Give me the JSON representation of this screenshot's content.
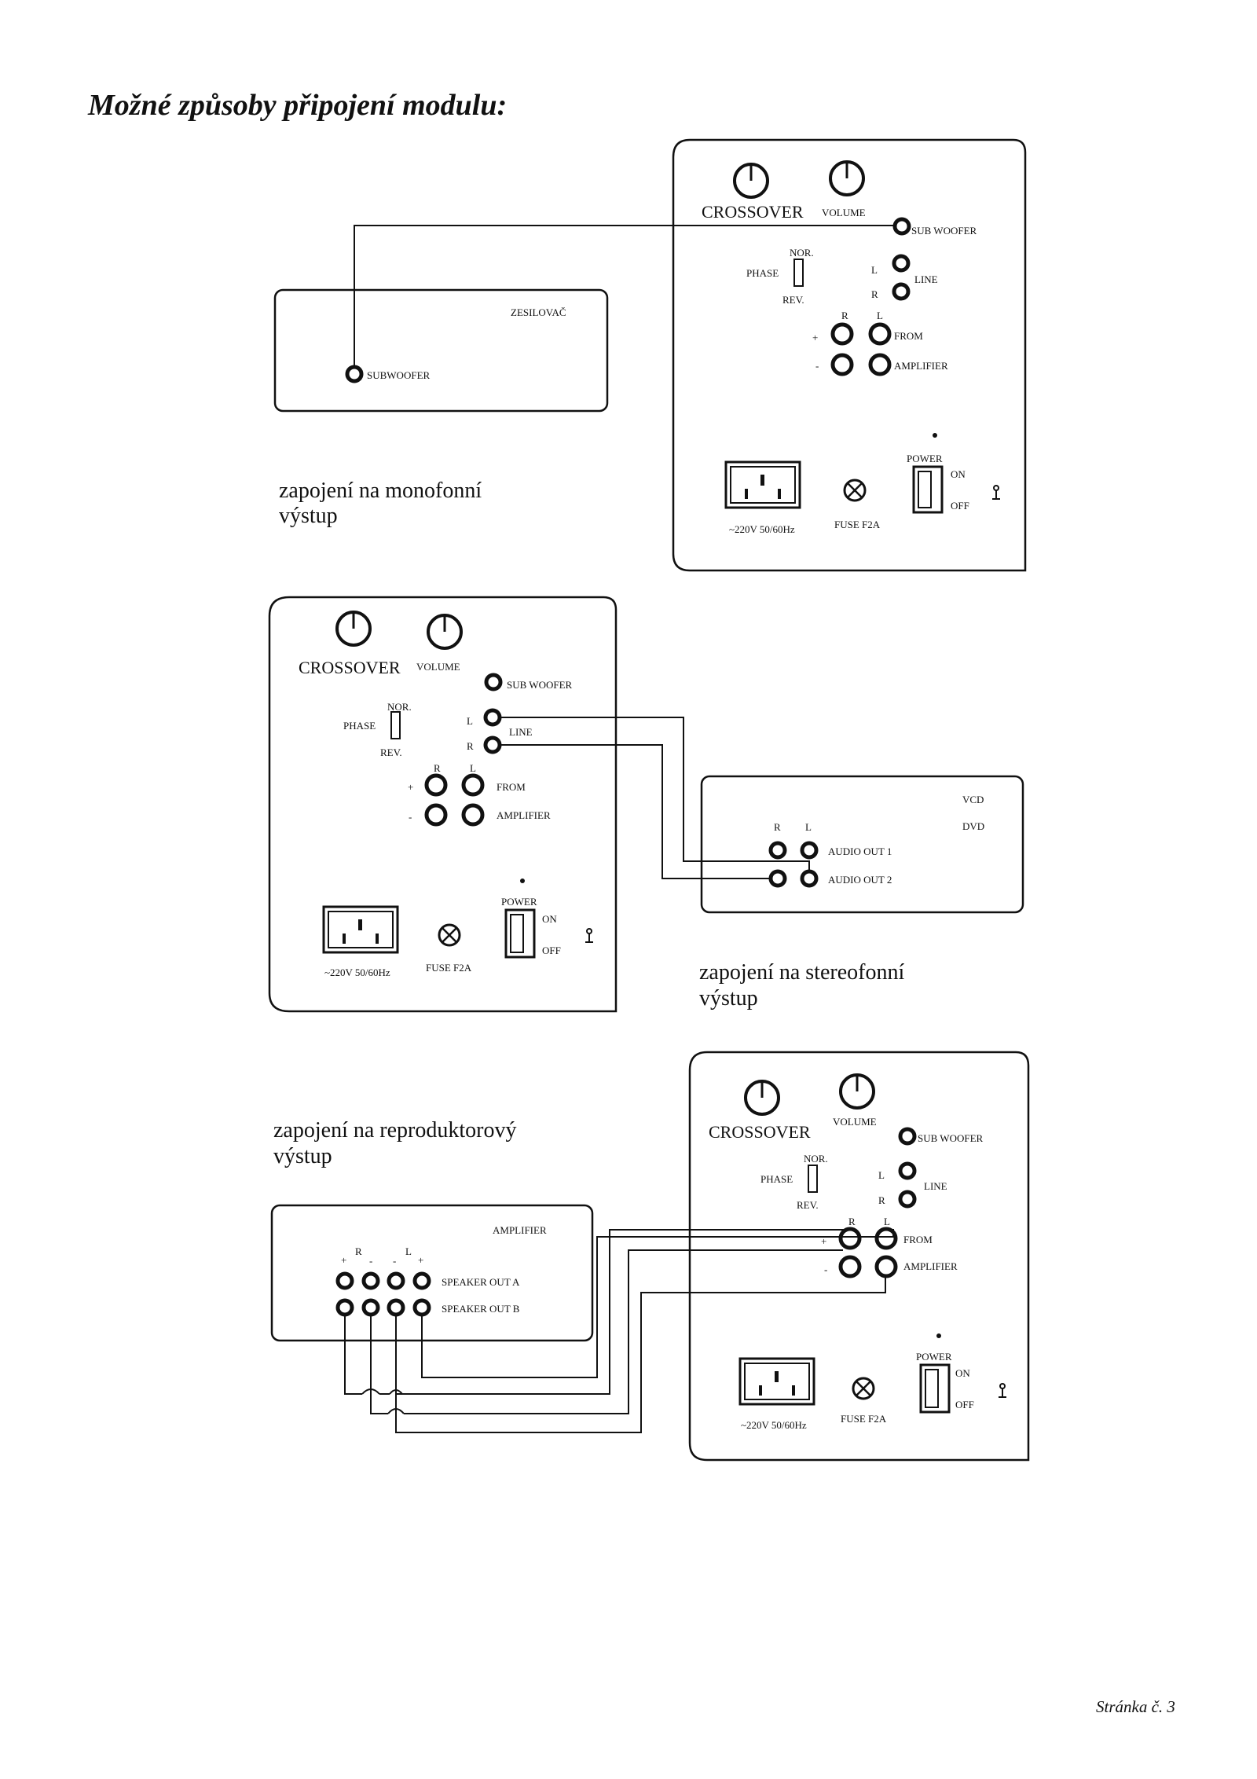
{
  "page": {
    "heading": "Možné způsoby připojení modulu:",
    "page_number": "Stránka č. 3"
  },
  "panel": {
    "crossover": "CROSSOVER",
    "volume": "VOLUME",
    "sub_woofer": "SUB WOOFER",
    "phase": "PHASE",
    "nor": "NOR.",
    "rev": "REV.",
    "l": "L",
    "r": "R",
    "line": "LINE",
    "plus": "+",
    "minus": "-",
    "from": "FROM",
    "amplifier": "AMPLIFIER",
    "power": "POWER",
    "on": "ON",
    "off": "OFF",
    "mains": "~220V 50/60Hz",
    "fuse": "FUSE F2A"
  },
  "section_mono": {
    "caption_line1": "zapojení na monofonní",
    "caption_line2": "výstup",
    "device_title": "ZESILOVAČ",
    "device_output": "SUBWOOFER"
  },
  "section_stereo": {
    "caption_line1": "zapojení na stereofonní",
    "caption_line2": "výstup",
    "device_title_1": "VCD",
    "device_title_2": "DVD",
    "audio_out_1": "AUDIO OUT 1",
    "audio_out_2": "AUDIO OUT 2"
  },
  "section_speaker": {
    "caption_line1": "zapojení na reproduktorový",
    "caption_line2": "výstup",
    "device_title": "AMPLIFIER",
    "speaker_out_a": "SPEAKER OUT A",
    "speaker_out_b": "SPEAKER OUT B"
  }
}
